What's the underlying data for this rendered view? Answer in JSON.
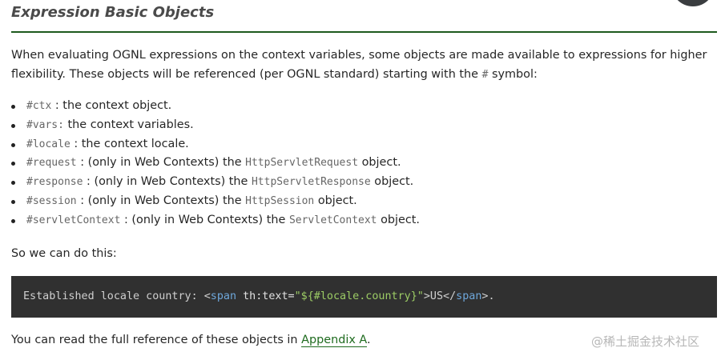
{
  "section": {
    "title": "Expression Basic Objects"
  },
  "intro": {
    "part1": "When evaluating OGNL expressions on the context variables, some objects are made available to expressions for higher flexibility. These objects will be referenced (per OGNL standard) starting with the",
    "symbol": "#",
    "part2": "symbol:"
  },
  "objects": [
    {
      "key": "#ctx",
      "pre": " : the context object.",
      "class_name": "",
      "post": ""
    },
    {
      "key": "#vars:",
      "pre": "  the context variables.",
      "class_name": "",
      "post": ""
    },
    {
      "key": "#locale",
      "pre": " : the context locale.",
      "class_name": "",
      "post": ""
    },
    {
      "key": "#request",
      "pre": " : (only in Web Contexts) the ",
      "class_name": "HttpServletRequest",
      "post": " object."
    },
    {
      "key": "#response",
      "pre": " : (only in Web Contexts) the ",
      "class_name": "HttpServletResponse",
      "post": " object."
    },
    {
      "key": "#session",
      "pre": " : (only in Web Contexts) the ",
      "class_name": "HttpSession",
      "post": " object."
    },
    {
      "key": "#servletContext",
      "pre": " : (only in Web Contexts) the ",
      "class_name": "ServletContext",
      "post": " object."
    }
  ],
  "lead_text": "So we can do this:",
  "code_example": {
    "prefix": "Established locale country: <",
    "tag_open": "span",
    "attr": " th:text=",
    "value": "\"${#locale.country}\"",
    "middle": ">US</",
    "tag_close": "span",
    "suffix": ">."
  },
  "footer": {
    "text": "You can read the full reference of these objects in ",
    "link_label": "Appendix A",
    "end": "."
  },
  "watermark": "@稀土掘金技术社区",
  "colors": {
    "title_rule": "#1e5a1e",
    "link": "#1f6b1f",
    "code_bg": "#303030"
  }
}
